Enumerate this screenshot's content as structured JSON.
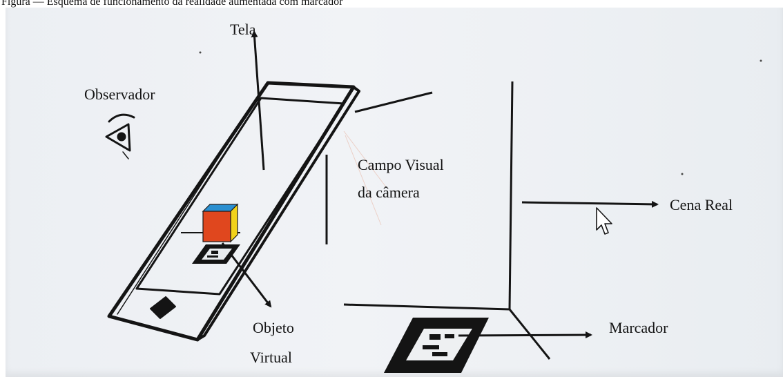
{
  "caption": "Figura — Esquema de funcionamento da realidade aumentada com marcador",
  "labels": {
    "tela": "Tela",
    "observador": "Observador",
    "campo_visual_line1": "Campo Visual",
    "campo_visual_line2": "da câmera",
    "cena_real": "Cena Real",
    "marcador": "Marcador",
    "objeto_virtual_line1": "Objeto",
    "objeto_virtual_line2": "Virtual"
  },
  "icons": [
    "eye-icon",
    "mouse-cursor-icon",
    "ar-marker-icon",
    "cube-icon"
  ],
  "colors": {
    "ink": "#141414",
    "cube_front": "#e0471e",
    "cube_top": "#2a8fd0",
    "cube_side": "#f2d21a",
    "background": "#eceff3"
  }
}
